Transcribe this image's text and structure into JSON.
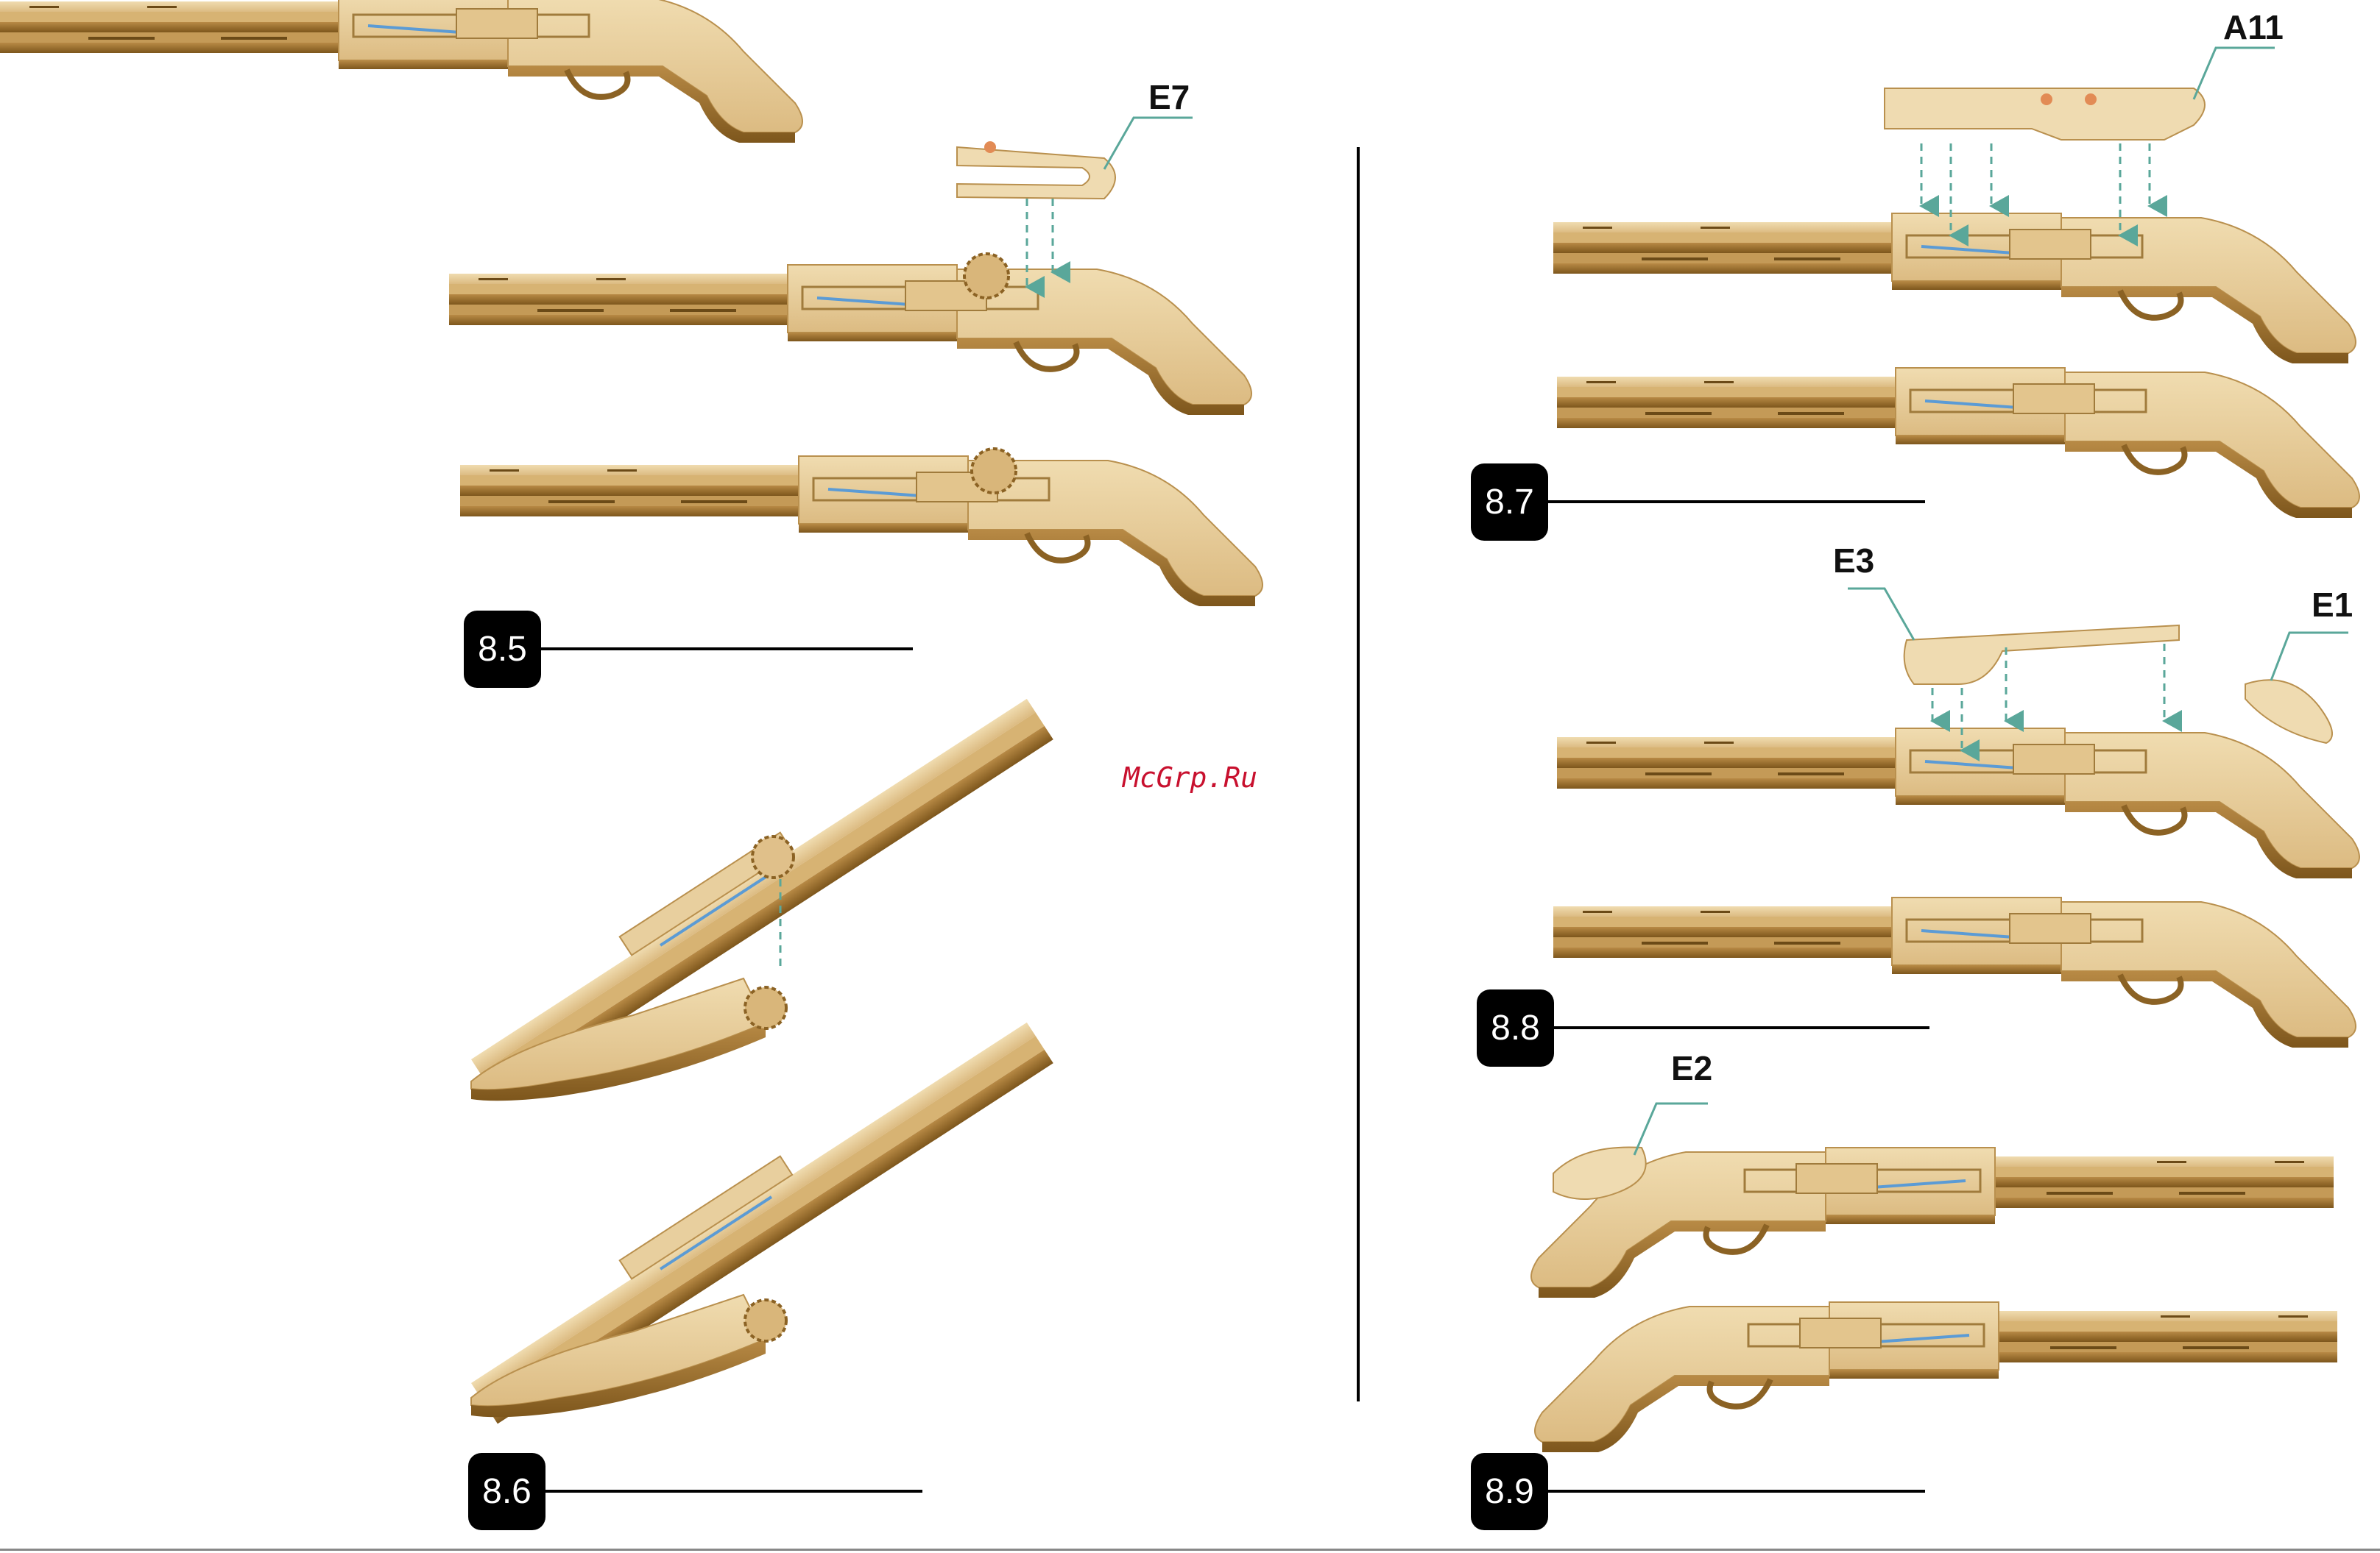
{
  "steps": [
    {
      "id": "step-8-5",
      "label": "8.5"
    },
    {
      "id": "step-8-6",
      "label": "8.6"
    },
    {
      "id": "step-8-7",
      "label": "8.7"
    },
    {
      "id": "step-8-8",
      "label": "8.8"
    },
    {
      "id": "step-8-9",
      "label": "8.9"
    }
  ],
  "parts": {
    "e7": "E7",
    "a11": "A11",
    "e3": "E3",
    "e1": "E1",
    "e2": "E2"
  },
  "watermark": "McGrp.Ru",
  "colors": {
    "wood_light": "#e9cf9e",
    "wood_mid": "#d9b67a",
    "wood_dark": "#a87a34",
    "wood_edge": "#8b6224",
    "arrow": "#5aa79a",
    "rubber": "#5b9bd5",
    "badge": "#000000"
  }
}
